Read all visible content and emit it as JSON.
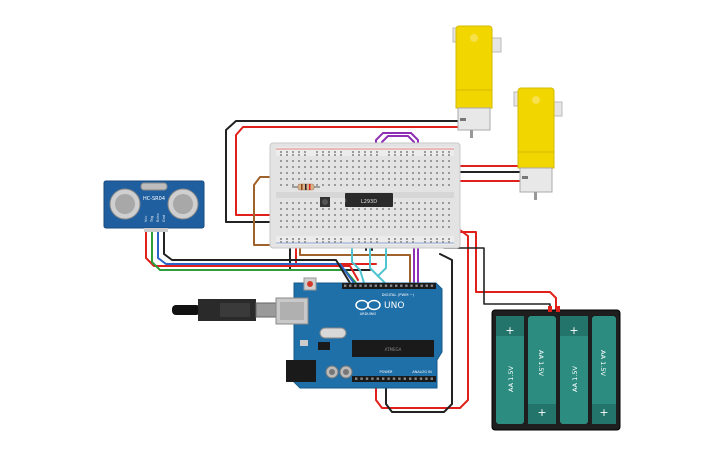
{
  "sensor": {
    "model": "HC-SR04",
    "pins": [
      "Vcc",
      "Trig",
      "Echo",
      "Gnd"
    ]
  },
  "board": {
    "name": "UNO",
    "brand": "ARDUINO",
    "digital_label": "DIGITAL (PWM ~)",
    "power_label": "POWER",
    "analog_label": "ANALOG IN",
    "chip_label": "ATMEGA"
  },
  "ic": {
    "label": "L293D"
  },
  "battery": {
    "cells": [
      "AA 1.5V",
      "AA 1.5V",
      "AA 1.5V",
      "AA 1.5V"
    ]
  },
  "colors": {
    "wire_red": "#e0201b",
    "wire_black": "#222222",
    "wire_purple": "#8e2fb5",
    "wire_teal": "#4fc3d0",
    "wire_brown": "#a0622d",
    "wire_green": "#2e9e3a",
    "wire_blue": "#2c63c9",
    "board_blue": "#1f6fa8",
    "motor_yellow": "#f2d600",
    "battery_teal": "#2d8c80"
  }
}
